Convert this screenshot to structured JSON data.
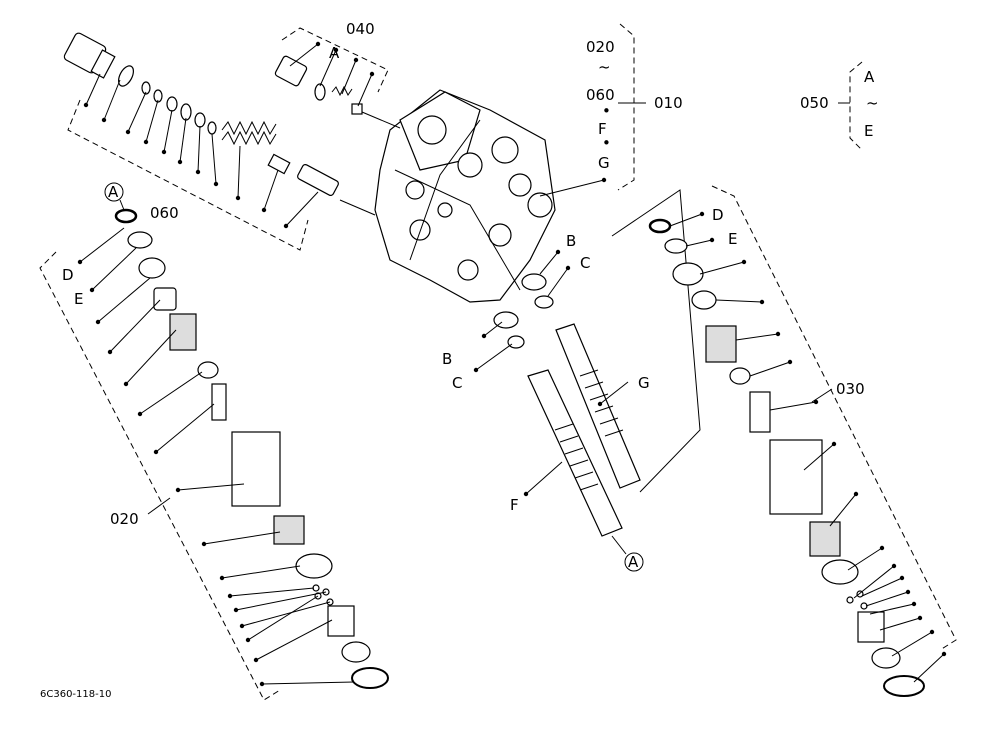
{
  "diagram": {
    "code": "6C360-118-10",
    "labels": {
      "l040": "040",
      "l060": "060",
      "l020_top": "020",
      "tilde_top": "~",
      "l060_group": "060",
      "l010": "010",
      "lF_group": "F",
      "dot_sep": "•",
      "lG_group": "G",
      "l050": "050",
      "lA_050": "A",
      "tilde_050": "~",
      "lE_050": "E",
      "l020_left": "020",
      "l030": "030",
      "lD_left": "D",
      "lE_left": "E",
      "lA_left_circle": "A",
      "lA_040": "A",
      "lB_upper": "B",
      "lC_upper": "C",
      "lB_lower": "B",
      "lC_lower": "C",
      "lF_spool": "F",
      "lG_spool": "G",
      "lA_bottom_circle": "A",
      "lD_right": "D",
      "lE_right": "E"
    }
  }
}
